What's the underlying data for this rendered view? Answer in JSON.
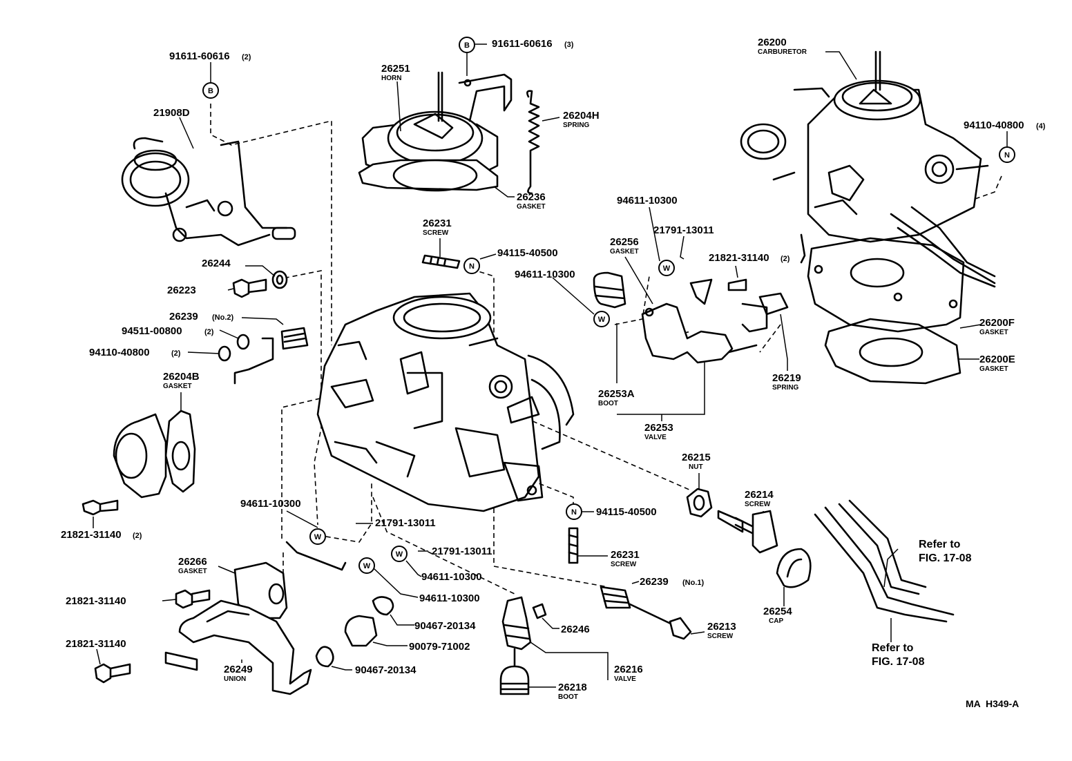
{
  "drawing_code": "MA  H349-A",
  "callouts": [
    {
      "id": "c91611-2",
      "part_no": "91611-60616",
      "qty": "(2)"
    },
    {
      "id": "c21908d",
      "part_no": "21908D"
    },
    {
      "id": "c91611-3",
      "part_no": "91611-60616",
      "qty": "(3)"
    },
    {
      "id": "c26251",
      "part_no": "26251",
      "name": "HORN"
    },
    {
      "id": "c26204h",
      "part_no": "26204H",
      "name": "SPRING"
    },
    {
      "id": "c26236",
      "part_no": "26236",
      "name": "GASKET"
    },
    {
      "id": "c26200",
      "part_no": "26200",
      "name": "CARBURETOR"
    },
    {
      "id": "c94110-4",
      "part_no": "94110-40800",
      "qty": "(4)"
    },
    {
      "id": "c26231a",
      "part_no": "26231",
      "name": "SCREW"
    },
    {
      "id": "c94115a",
      "part_no": "94115-40500"
    },
    {
      "id": "c26244",
      "part_no": "26244"
    },
    {
      "id": "c26223",
      "part_no": "26223"
    },
    {
      "id": "c26239-2",
      "part_no": "26239",
      "qty": "(No.2)"
    },
    {
      "id": "c94511",
      "part_no": "94511-00800",
      "qty": "(2)"
    },
    {
      "id": "c94110-2",
      "part_no": "94110-40800",
      "qty": "(2)"
    },
    {
      "id": "c26204b",
      "part_no": "26204B",
      "name": "GASKET"
    },
    {
      "id": "c21821-2a",
      "part_no": "21821-31140",
      "qty": "(2)"
    },
    {
      "id": "c94611a",
      "part_no": "94611-10300"
    },
    {
      "id": "c21791a",
      "part_no": "21791-13011"
    },
    {
      "id": "c26256",
      "part_no": "26256",
      "name": "GASKET"
    },
    {
      "id": "c94611b",
      "part_no": "94611-10300"
    },
    {
      "id": "c21821-2b",
      "part_no": "21821-31140",
      "qty": "(2)"
    },
    {
      "id": "c26253a",
      "part_no": "26253A",
      "name": "BOOT"
    },
    {
      "id": "c26253",
      "part_no": "26253",
      "name": "VALVE"
    },
    {
      "id": "c26219",
      "part_no": "26219",
      "name": "SPRING"
    },
    {
      "id": "c26200f",
      "part_no": "26200F",
      "name": "GASKET"
    },
    {
      "id": "c26200e",
      "part_no": "26200E",
      "name": "GASKET"
    },
    {
      "id": "c26215",
      "part_no": "26215",
      "name": "NUT"
    },
    {
      "id": "c26214",
      "part_no": "26214",
      "name": "SCREW"
    },
    {
      "id": "c94611c",
      "part_no": "94611-10300"
    },
    {
      "id": "c21791b",
      "part_no": "21791-13011"
    },
    {
      "id": "c94115b",
      "part_no": "94115-40500"
    },
    {
      "id": "c26231b",
      "part_no": "26231",
      "name": "SCREW"
    },
    {
      "id": "c21791c",
      "part_no": "21791-13011"
    },
    {
      "id": "c94611d",
      "part_no": "94611-10300"
    },
    {
      "id": "c94611e",
      "part_no": "94611-10300"
    },
    {
      "id": "c26266",
      "part_no": "26266",
      "name": "GASKET"
    },
    {
      "id": "c21821a",
      "part_no": "21821-31140"
    },
    {
      "id": "c21821b",
      "part_no": "21821-31140"
    },
    {
      "id": "c26249",
      "part_no": "26249",
      "name": "UNION"
    },
    {
      "id": "c90467a",
      "part_no": "90467-20134"
    },
    {
      "id": "c90079",
      "part_no": "90079-71002"
    },
    {
      "id": "c90467b",
      "part_no": "90467-20134"
    },
    {
      "id": "c26246",
      "part_no": "26246"
    },
    {
      "id": "c26216",
      "part_no": "26216",
      "name": "VALVE"
    },
    {
      "id": "c26218",
      "part_no": "26218",
      "name": "BOOT"
    },
    {
      "id": "c26239-1",
      "part_no": "26239",
      "qty": "(No.1)"
    },
    {
      "id": "c26213",
      "part_no": "26213",
      "name": "SCREW"
    },
    {
      "id": "c26254",
      "part_no": "26254",
      "name": "CAP"
    }
  ],
  "references": [
    {
      "line1": "Refer to",
      "line2": "FIG. 17-08"
    },
    {
      "line1": "Refer to",
      "line2": "FIG. 17-08"
    }
  ],
  "symbols": {
    "b": "B",
    "n": "N",
    "w": "W"
  }
}
